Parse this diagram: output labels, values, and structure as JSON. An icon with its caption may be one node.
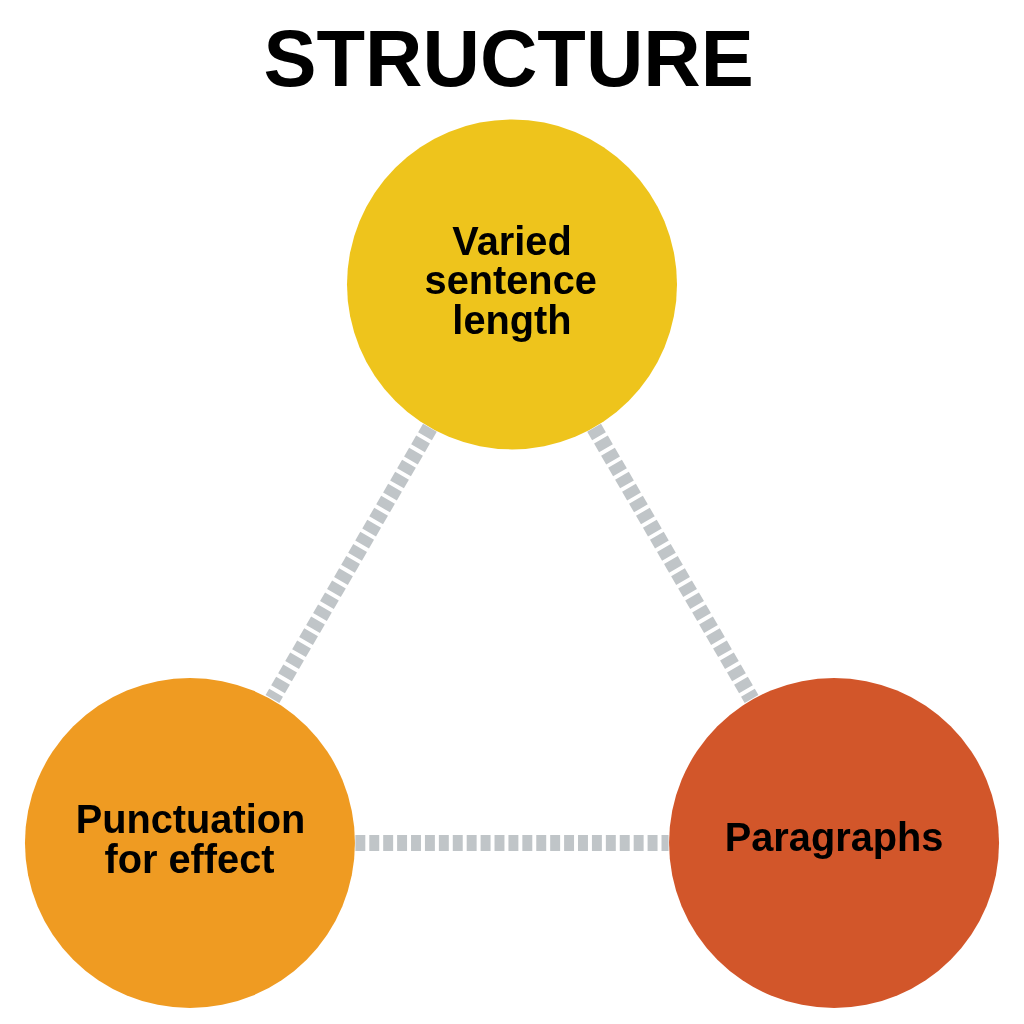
{
  "diagram": {
    "title": "STRUCTURE",
    "nodes": [
      {
        "text": [
          "Varied sentence length"
        ]
      },
      {
        "text": [
          "Paragraphs"
        ]
      },
      {
        "text": [
          "Punctuation for effect"
        ]
      }
    ],
    "edges": [
      {
        "from": 0,
        "to": 1,
        "arrow": "none",
        "style": "dashed"
      },
      {
        "from": 2,
        "to": 1,
        "arrow": "none",
        "style": "dashed"
      },
      {
        "from": 0,
        "to": 2,
        "arrow": "none",
        "style": "dashed"
      }
    ]
  }
}
